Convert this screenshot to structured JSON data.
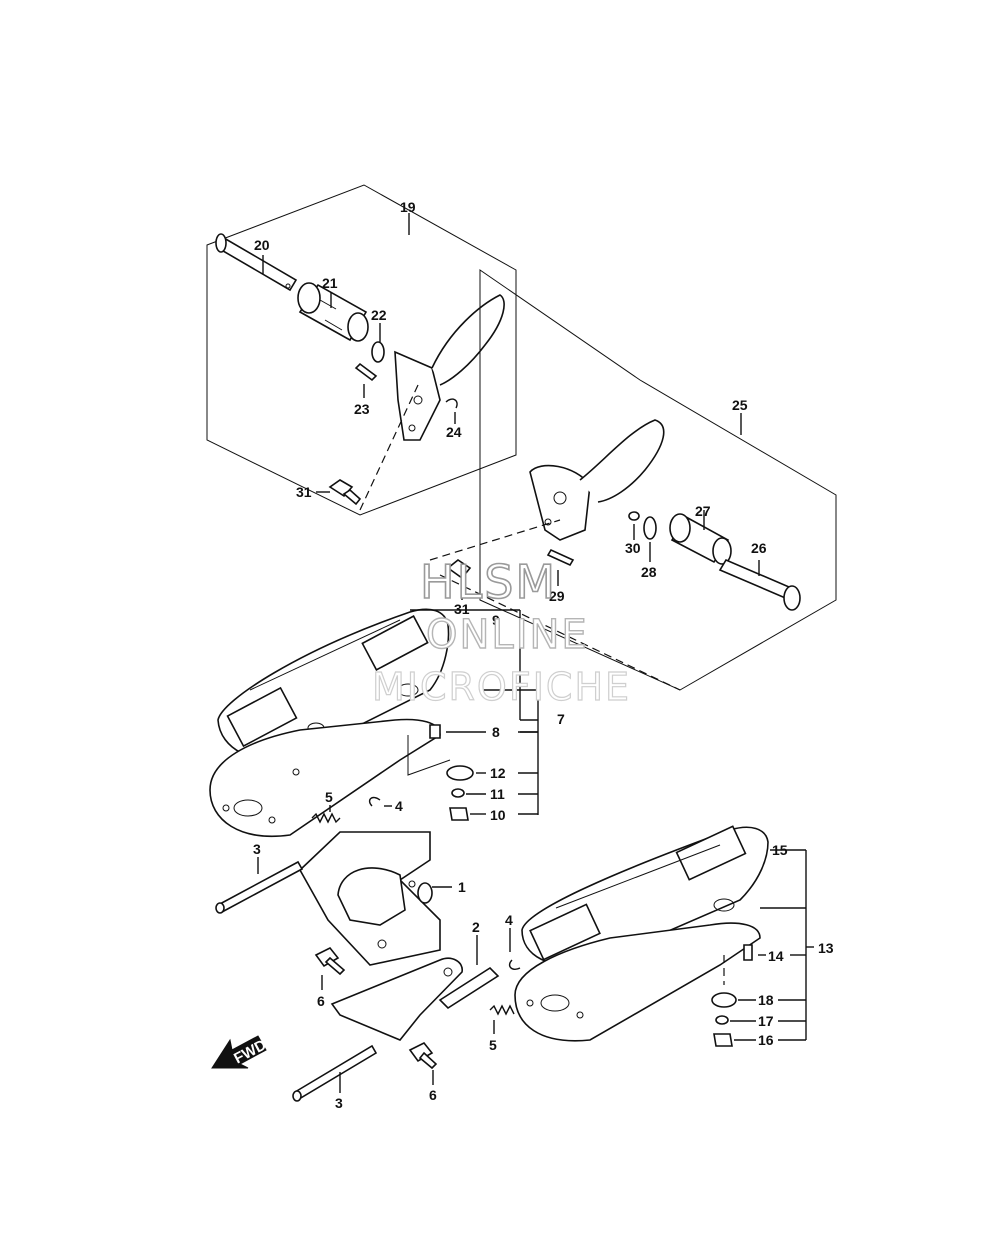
{
  "watermark": {
    "line1": "HLSM",
    "line2": "ONLINE",
    "line3": "MICROFICHE"
  },
  "fwd_badge": "FWD",
  "callouts": {
    "c1": "1",
    "c2": "2",
    "c3a": "3",
    "c3b": "3",
    "c4a": "4",
    "c4b": "4",
    "c5a": "5",
    "c5b": "5",
    "c6a": "6",
    "c6b": "6",
    "c7": "7",
    "c8": "8",
    "c9": "9",
    "c10": "10",
    "c11": "11",
    "c12": "12",
    "c13": "13",
    "c14": "14",
    "c15": "15",
    "c16": "16",
    "c17": "17",
    "c18": "18",
    "c19": "19",
    "c20": "20",
    "c21": "21",
    "c22": "22",
    "c23": "23",
    "c24": "24",
    "c25": "25",
    "c26": "26",
    "c27": "27",
    "c28": "28",
    "c29": "29",
    "c30": "30",
    "c31a": "31",
    "c31b": "31"
  }
}
